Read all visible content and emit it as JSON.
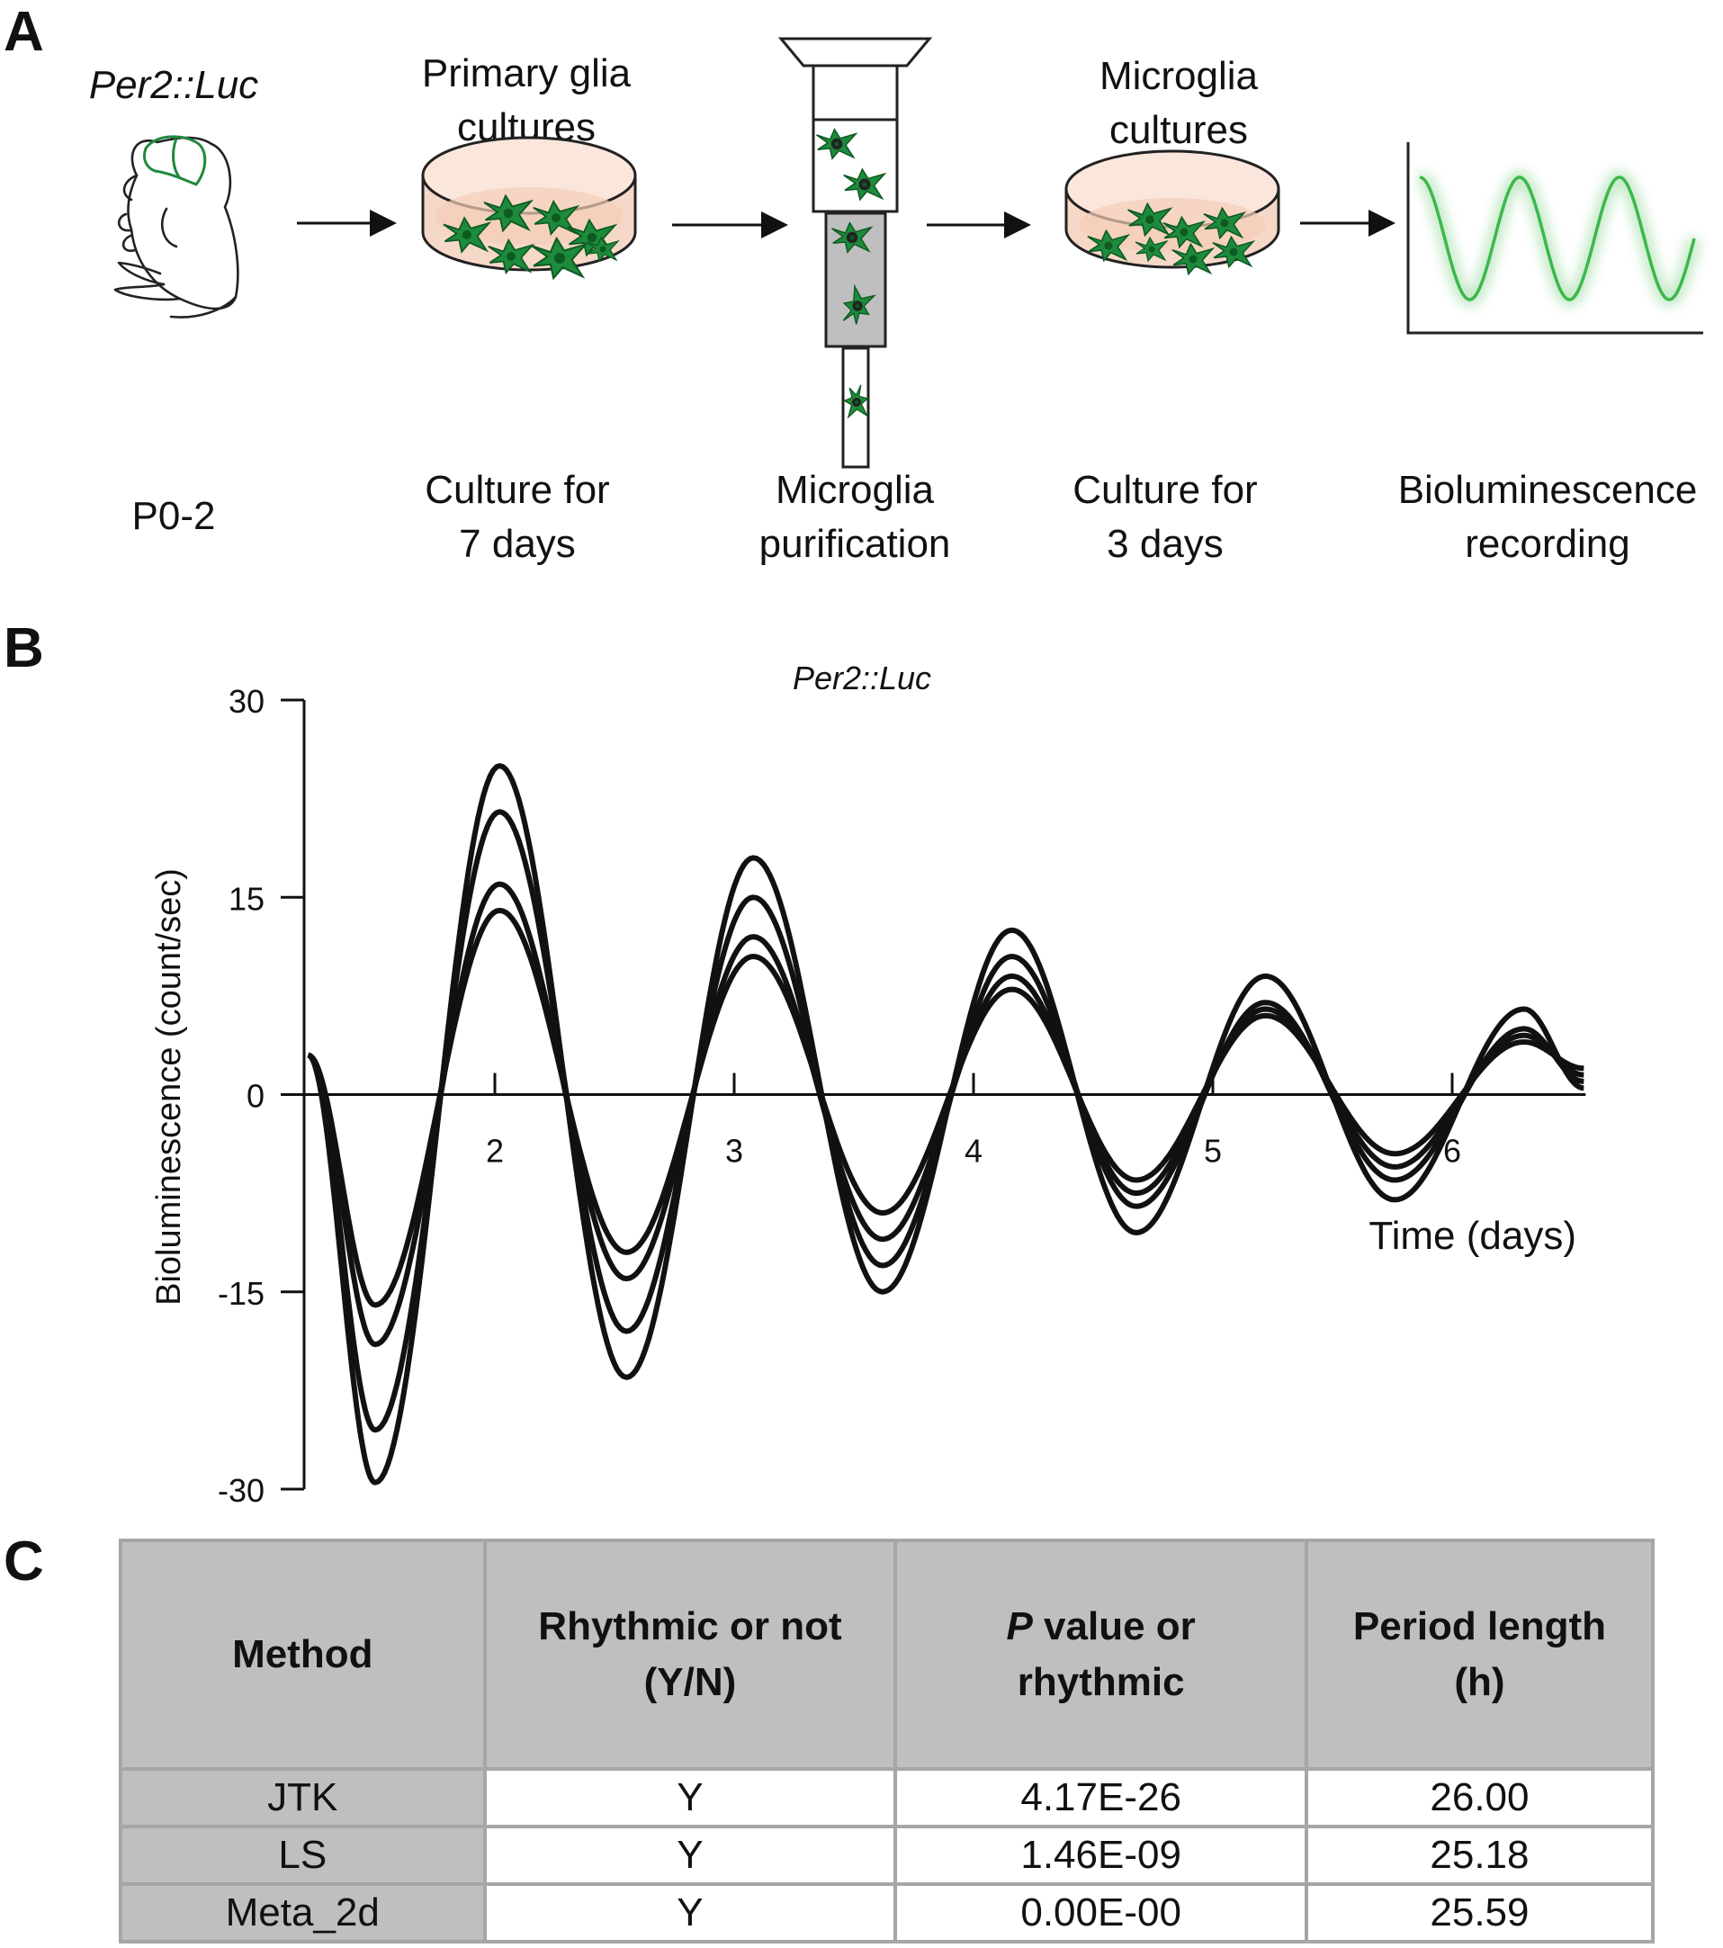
{
  "panels": {
    "a": "A",
    "b": "B",
    "c": "C"
  },
  "panelA": {
    "mouse": {
      "genotype": "Per2::Luc",
      "age": "P0-2"
    },
    "stage1": {
      "top": [
        "Primary glia",
        "cultures"
      ],
      "bottom": [
        "Culture for",
        "7 days"
      ]
    },
    "stage2": {
      "bottom": [
        "Microglia",
        "purification"
      ]
    },
    "stage3": {
      "top": [
        "Microglia",
        "cultures"
      ],
      "bottom": [
        "Culture for",
        "3 days"
      ]
    },
    "stage4": {
      "bottom": [
        "Bioluminescence",
        "recording"
      ]
    },
    "colors": {
      "cells": "#1e8a3c",
      "dish": "#f6d8c8",
      "trace": "#3cb84a"
    }
  },
  "chart_data": {
    "type": "line",
    "title": "Per2::Luc",
    "xlabel": "Time (days)",
    "ylabel": "Bioluminescence (count/sec)",
    "xlim": [
      1.22,
      6.55
    ],
    "ylim": [
      -30,
      30
    ],
    "xticks": [
      "2",
      "3",
      "4",
      "5",
      "6"
    ],
    "yticks": [
      "30",
      "15",
      "0",
      "-15",
      "-30"
    ],
    "peaks_days": [
      1.22,
      1.5,
      2.02,
      2.55,
      3.08,
      3.62,
      4.16,
      4.68,
      5.22,
      5.76,
      6.3,
      6.55
    ],
    "series": [
      {
        "values": [
          3,
          -29.5,
          25,
          -21.5,
          18,
          -15,
          12.5,
          -10.5,
          9,
          -8,
          6.5,
          0.5
        ]
      },
      {
        "values": [
          3,
          -25.5,
          21.5,
          -18,
          15,
          -13,
          10.5,
          -8.5,
          7,
          -6.5,
          5,
          1
        ]
      },
      {
        "values": [
          3,
          -19,
          16,
          -14,
          12,
          -11,
          9,
          -7.5,
          6.5,
          -5.5,
          4.5,
          1.5
        ]
      },
      {
        "values": [
          3,
          -16,
          14,
          -12,
          10.5,
          -9,
          8,
          -6.5,
          6,
          -4.5,
          4,
          2
        ]
      }
    ]
  },
  "table": {
    "headers": [
      [
        "Method"
      ],
      [
        "Rhythmic or not",
        "(Y/N)"
      ],
      [
        "P value or",
        "rhythmic"
      ],
      [
        "Period length",
        "(h)"
      ]
    ],
    "header_italic_p": "P",
    "rows": [
      [
        "JTK",
        "Y",
        "4.17E-26",
        "26.00"
      ],
      [
        "LS",
        "Y",
        "1.46E-09",
        "25.18"
      ],
      [
        "Meta_2d",
        "Y",
        "0.00E-00",
        "25.59"
      ]
    ]
  }
}
